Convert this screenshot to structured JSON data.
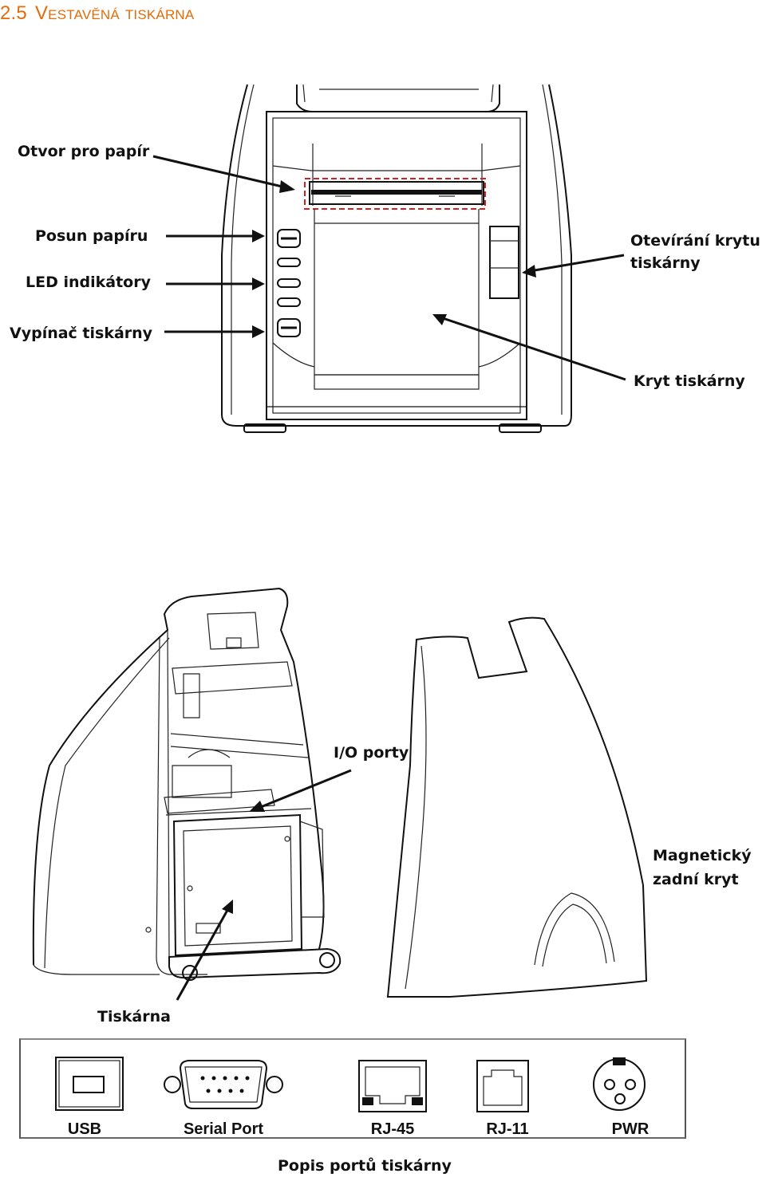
{
  "heading": {
    "number": "2.5",
    "title": "Vestavěná tiskárna"
  },
  "front_view": {
    "labels": {
      "paper_slot": "Otvor pro papír",
      "paper_feed": "Posun papíru",
      "led": "LED indikátory",
      "power_switch": "Vypínač tiskárny",
      "cover_open": "Otevírání krytu tiskárny",
      "cover": "Kryt tiskárny"
    }
  },
  "side_view": {
    "labels": {
      "io_ports": "I/O porty",
      "magnetic_cover": "Magnetický zadní kryt",
      "printer": "Tiskárna"
    }
  },
  "ports": {
    "items": [
      "USB",
      "Serial Port",
      "RJ-45",
      "RJ-11",
      "PWR"
    ],
    "caption": "Popis portů tiskárny"
  },
  "colors": {
    "heading": "#E36C0A",
    "highlight": "#D42020"
  }
}
